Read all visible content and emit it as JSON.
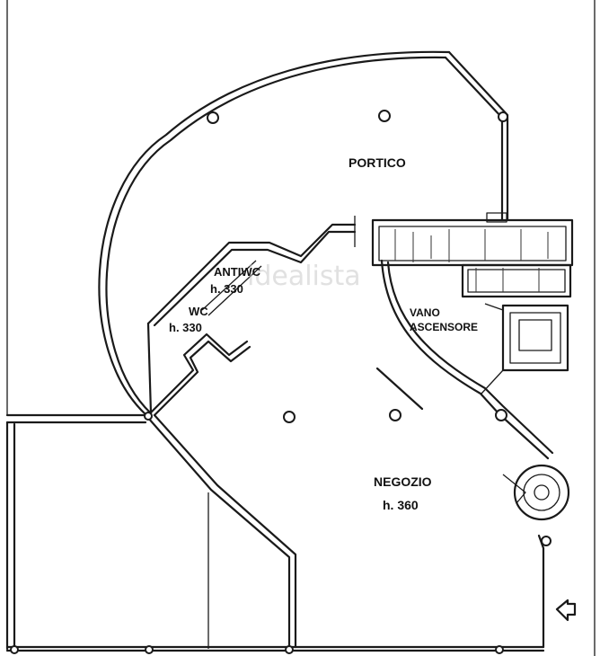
{
  "rooms": {
    "portico": {
      "name": "PORTICO"
    },
    "antiwc": {
      "name": "ANTIWC",
      "height": "h. 330"
    },
    "wc": {
      "name": "WC",
      "height": "h. 330"
    },
    "vano": {
      "line1": "VANO",
      "line2": "ASCENSORE"
    },
    "negozio": {
      "name": "NEGOZIO",
      "height": "h. 360"
    }
  },
  "watermark": "idealista",
  "colors": {
    "ink": "#1a1a1a",
    "paper": "#ffffff",
    "watermark": "#c8c8c8"
  },
  "entrance_icon": "entrance-arrow-icon"
}
